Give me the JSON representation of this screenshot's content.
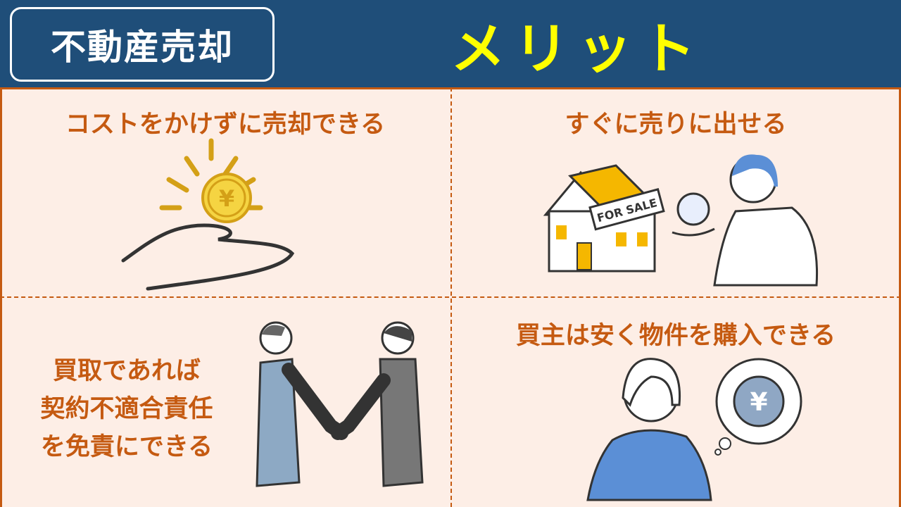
{
  "header": {
    "tag": "不動産売却",
    "title": "メリット"
  },
  "colors": {
    "navy": "#1f4e79",
    "accent": "#c55a11",
    "title": "#ffff00",
    "panel": "#fdeee6"
  },
  "merits": [
    {
      "caption": "コストをかけずに売却できる",
      "icon": "coin-in-hand-icon"
    },
    {
      "caption": "すぐに売りに出せる",
      "icon": "house-for-sale-with-clock-icon",
      "sign": "FOR SALE"
    },
    {
      "caption_lines": [
        "買取であれば",
        "契約不適合責任",
        "を免責にできる"
      ],
      "icon": "handshake-icon"
    },
    {
      "caption": "買主は安く物件を購入できる",
      "icon": "woman-thinking-yen-icon"
    }
  ]
}
